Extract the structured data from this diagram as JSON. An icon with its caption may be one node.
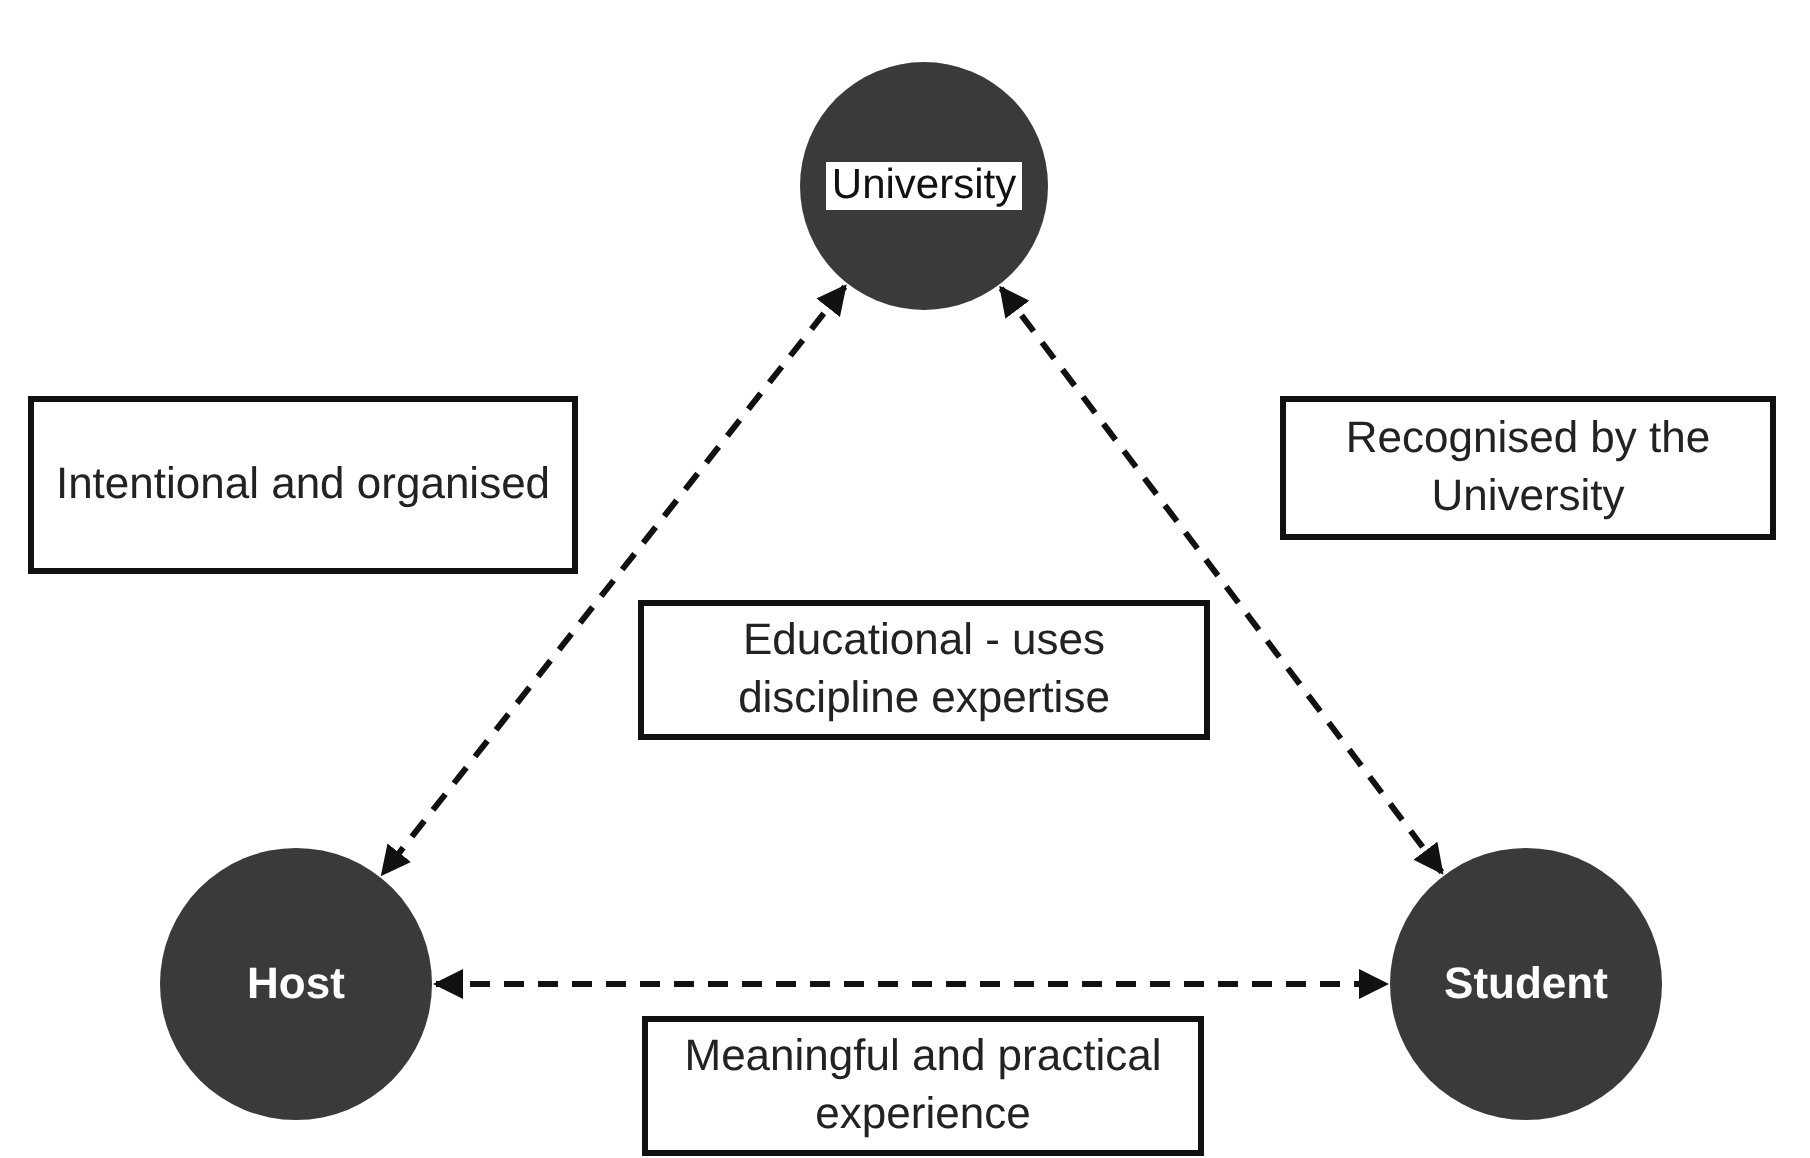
{
  "diagram": {
    "nodes": [
      {
        "text": [
          "University"
        ]
      },
      {
        "text": [
          "Host"
        ]
      },
      {
        "text": [
          "Student"
        ]
      },
      {
        "text": [
          "Intentional and organised"
        ]
      },
      {
        "text": [
          "Recognised by the University"
        ]
      },
      {
        "text": [
          "Educational - uses discipline expertise"
        ]
      },
      {
        "text": [
          "Meaningful and practical experience"
        ]
      }
    ],
    "edges": [
      {
        "from": 0,
        "to": 1,
        "arrow": "both",
        "style": "dashed"
      },
      {
        "from": 0,
        "to": 2,
        "arrow": "both",
        "style": "dashed"
      },
      {
        "from": 1,
        "to": 2,
        "arrow": "both",
        "style": "dashed"
      }
    ]
  }
}
